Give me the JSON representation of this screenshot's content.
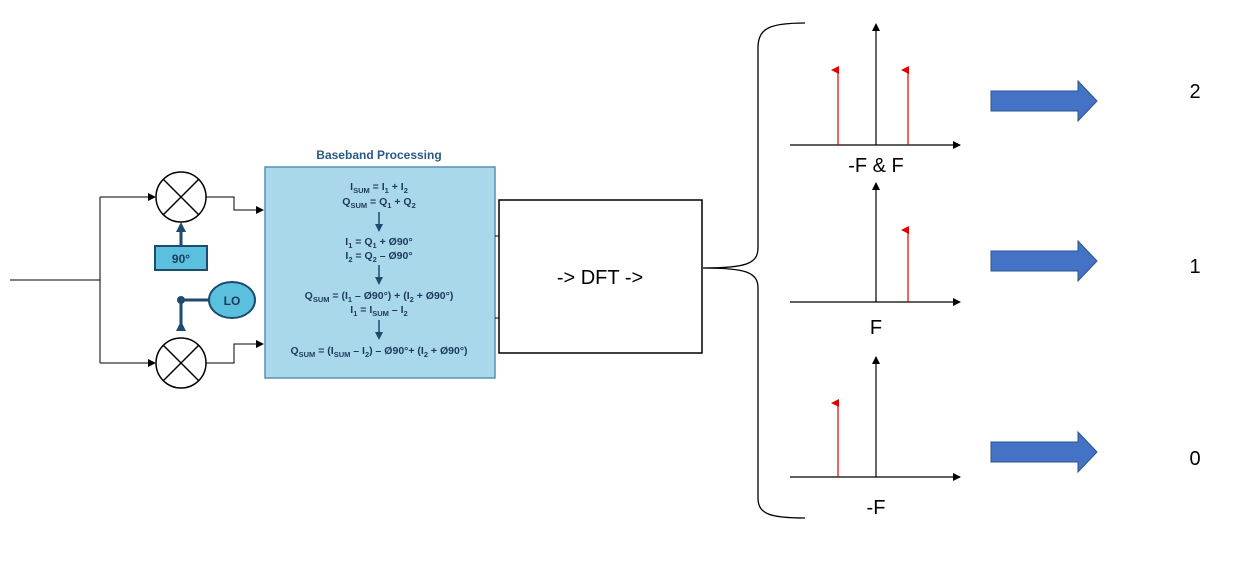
{
  "baseband": {
    "title": "Baseband Processing",
    "eq1_main": "I",
    "eq1_sub": "SUM",
    "eq1_rest": " = I",
    "eq1_sub2": "1",
    "eq1_rest2": " + I",
    "eq1_sub3": "2",
    "eq2_main": "Q",
    "eq2_sub": "SUM",
    "eq2_rest": " = Q",
    "eq2_sub2": "1",
    "eq2_rest2": " + Q",
    "eq2_sub3": "2",
    "eq3_a": "I",
    "eq3_sub": "1",
    "eq3_b": " = Q",
    "eq3_sub2": "1",
    "eq3_c": " + Ø90°",
    "eq4_a": "I",
    "eq4_sub": "2",
    "eq4_b": " = Q",
    "eq4_sub2": "2",
    "eq4_c": " – Ø90°",
    "eq5_a": "Q",
    "eq5_sub": "SUM",
    "eq5_b": " = (I",
    "eq5_sub2": "1",
    "eq5_c": " – Ø90°) + (I",
    "eq5_sub3": "2",
    "eq5_d": " + Ø90°)",
    "eq6_a": "I",
    "eq6_sub": "1",
    "eq6_b": " = I",
    "eq6_sub2": "SUM",
    "eq6_c": " – I",
    "eq6_sub3": "2",
    "eq7_a": "Q",
    "eq7_sub": "SUM",
    "eq7_b": " = (I",
    "eq7_sub2": "SUM",
    "eq7_c": " – I",
    "eq7_sub3": "2",
    "eq7_d": ") – Ø90°+ (I",
    "eq7_sub4": "2",
    "eq7_e": " + Ø90°)"
  },
  "blocks": {
    "phase_shift": "90°",
    "lo": "LO",
    "dft": "-> DFT ->"
  },
  "spectra": [
    {
      "label": "-F & F",
      "output": "2"
    },
    {
      "label": "F",
      "output": "1"
    },
    {
      "label": "-F",
      "output": "0"
    }
  ],
  "colors": {
    "baseband_fill": "#a9d8ea",
    "baseband_stroke": "#5a8fb4",
    "block_fill": "#5bc0de",
    "arrow_fill": "#4472c4",
    "tone_color": "#e00000"
  }
}
